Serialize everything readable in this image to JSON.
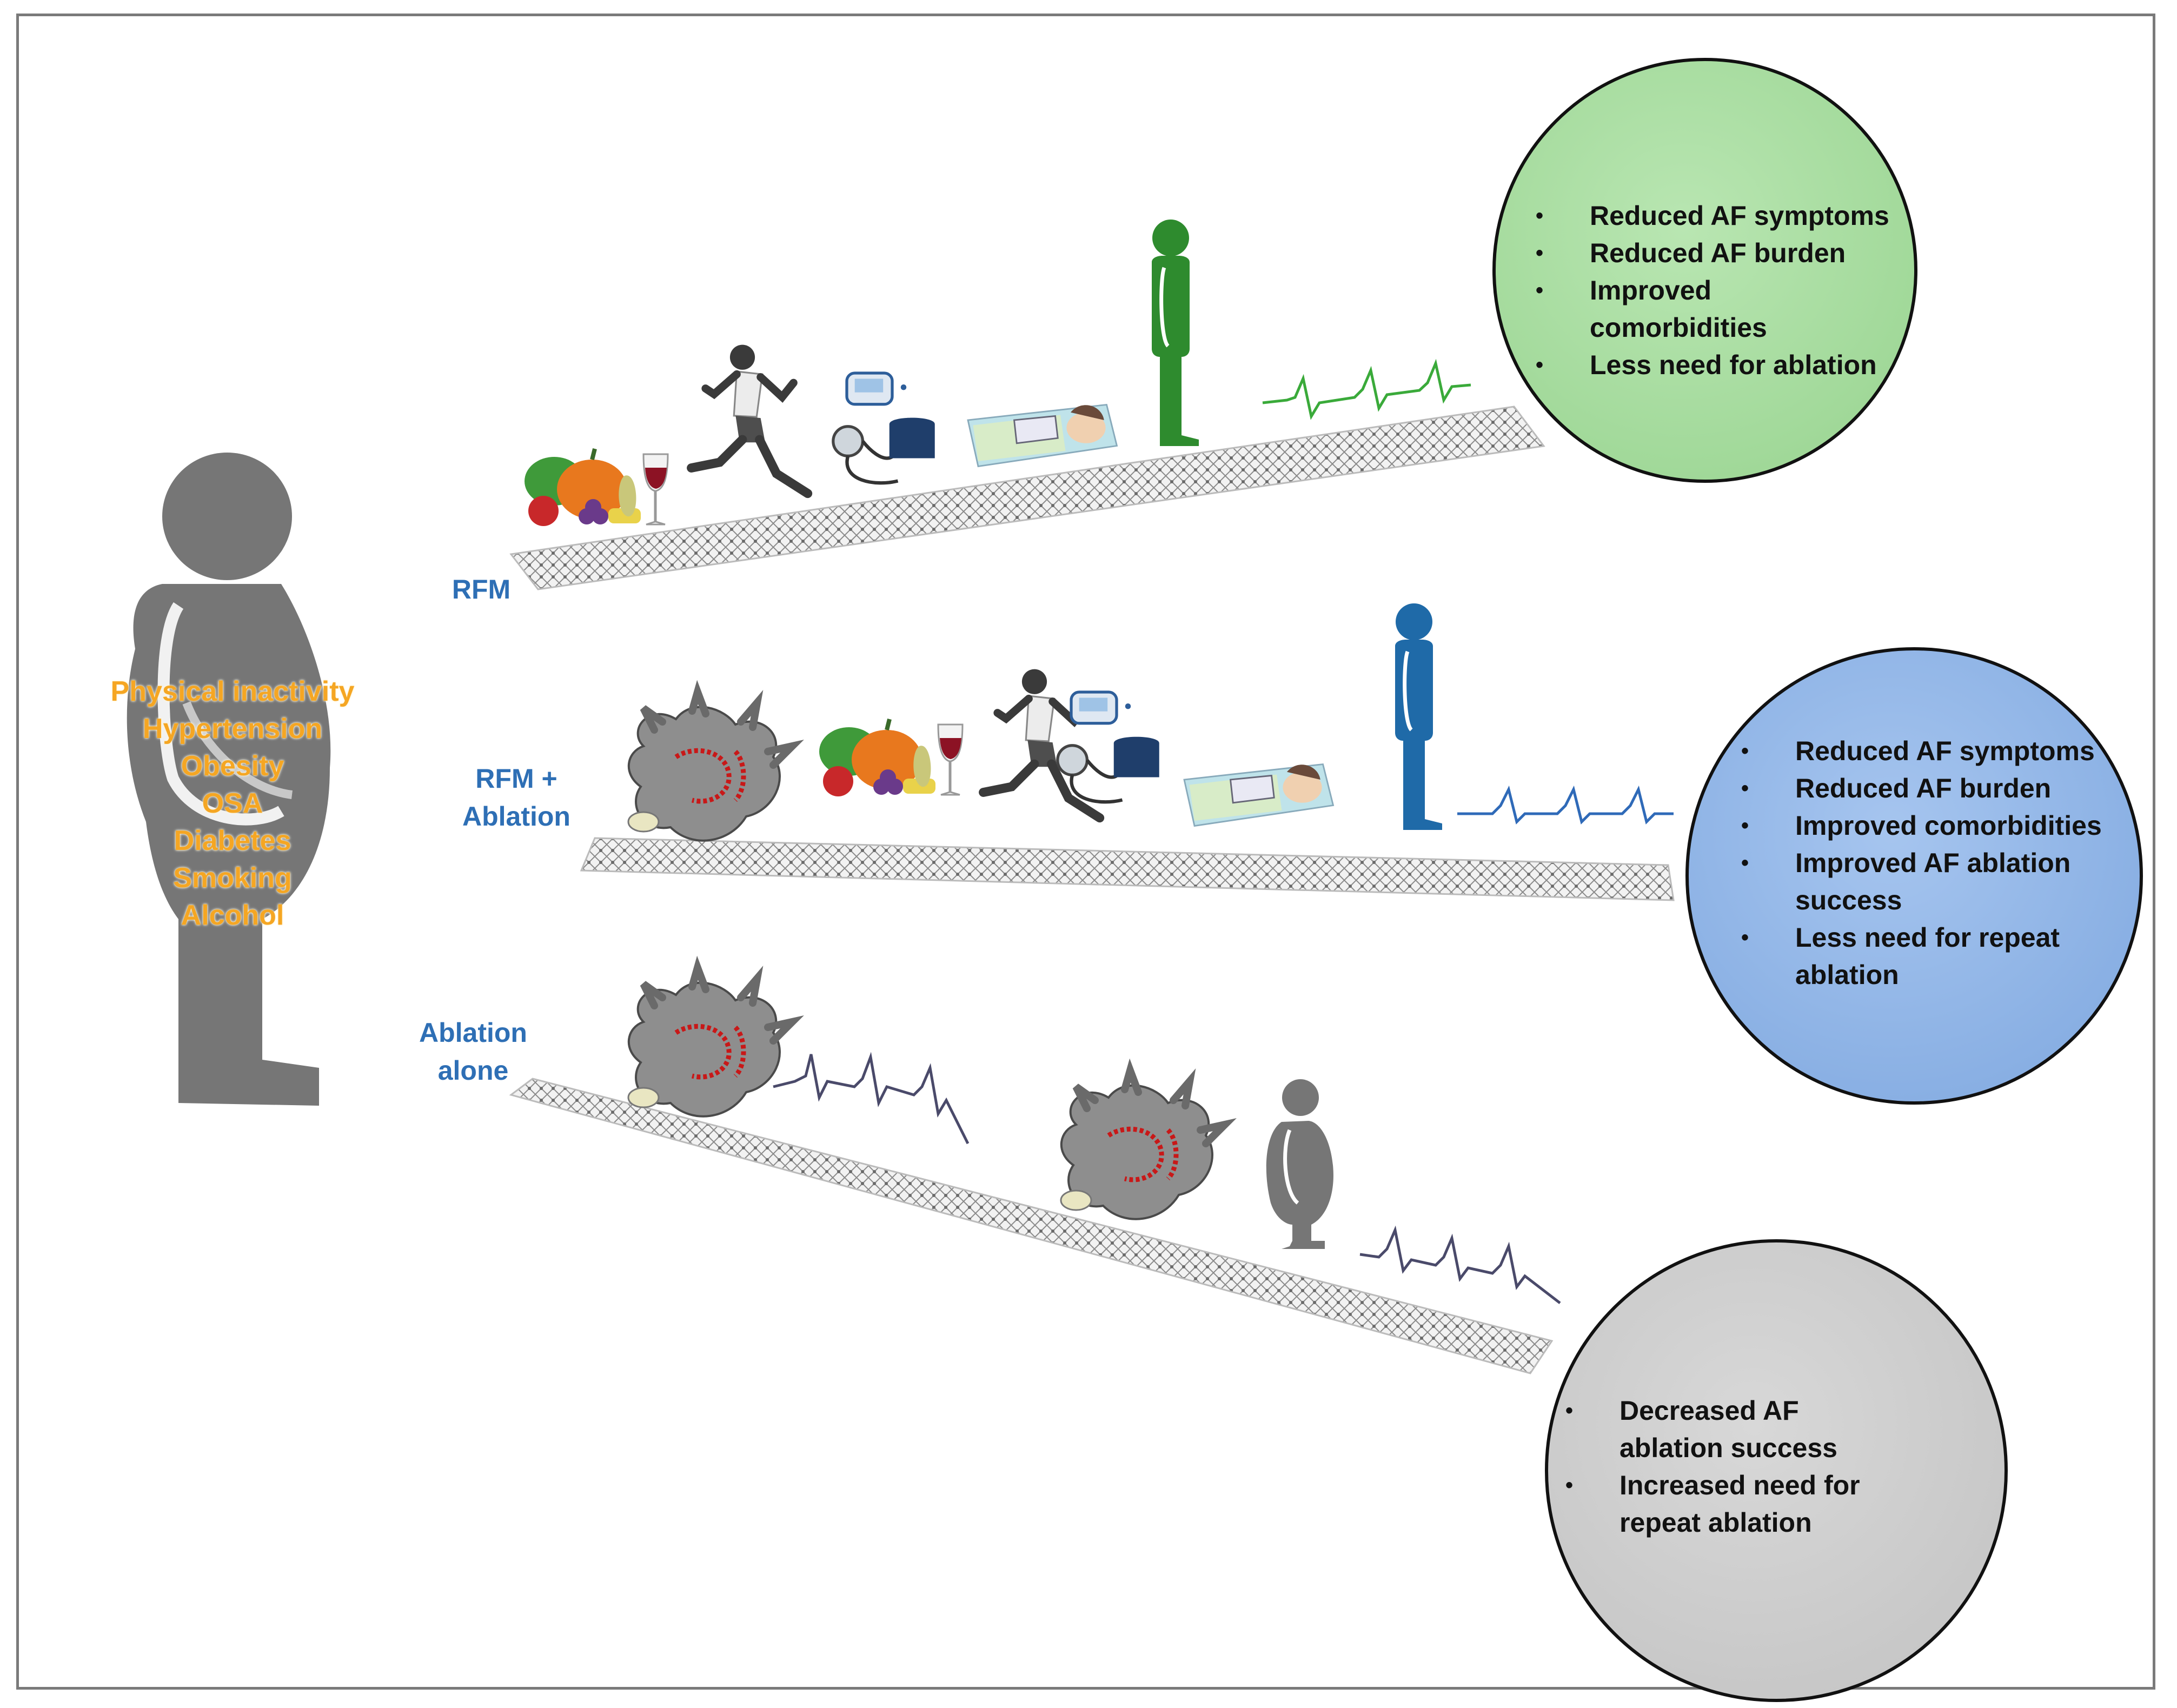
{
  "risk_factors": [
    "Physical inactivity",
    "Hypertension",
    "Obesity",
    "OSA",
    "Diabetes",
    "Smoking",
    "Alcohol"
  ],
  "pathways": [
    {
      "label_lines": [
        "RFM"
      ],
      "outcome": [
        "Reduced AF symptoms",
        "Reduced AF burden",
        "Improved comorbidities",
        "Less need for ablation"
      ]
    },
    {
      "label_lines": [
        "RFM +",
        "Ablation"
      ],
      "outcome": [
        "Reduced AF symptoms",
        "Reduced AF burden",
        "Improved comorbidities",
        "Improved AF ablation success",
        "Less need for repeat ablation"
      ]
    },
    {
      "label_lines": [
        "Ablation",
        "alone"
      ],
      "outcome": [
        "Decreased AF ablation success",
        "Increased need for repeat ablation"
      ]
    }
  ],
  "colors": {
    "label": "#2e6fb5",
    "risk_text": "#f5a623",
    "circle_green": "#a8dea0",
    "circle_blue": "#8fb4e6",
    "circle_gray": "#cfcfcf",
    "figure_obese": "#7a7a7a",
    "figure_green": "#2e8b2e",
    "figure_blue": "#1f6aa8",
    "ecg_green": "#3aaa3a",
    "ecg_blue": "#2f6ab8",
    "ecg_gray": "#4a4a6a"
  },
  "icons": [
    "obese-person-icon",
    "vegetables-icon",
    "wine-glass-icon",
    "runner-icon",
    "glucometer-icon",
    "blood-pressure-monitor-icon",
    "sleeping-person-icon",
    "heart-ablation-map-icon",
    "standing-person-icon",
    "ecg-trace-icon"
  ]
}
